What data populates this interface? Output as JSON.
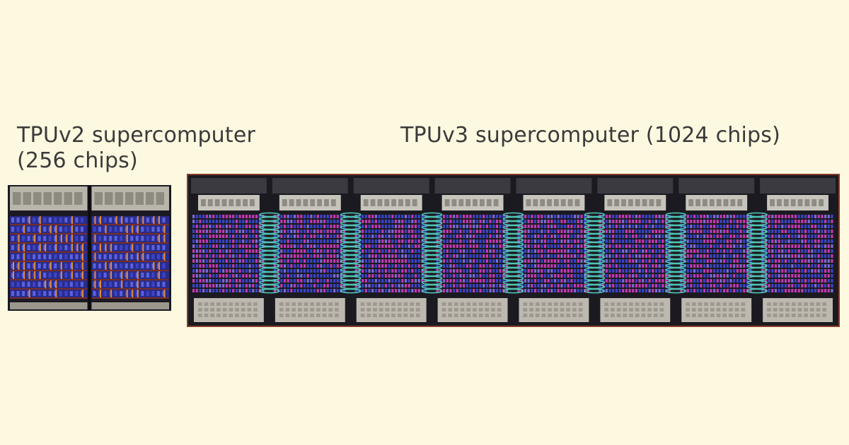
{
  "tpuv2": {
    "title_line1": "TPUv2 supercomputer",
    "title_line2": "(256 chips)",
    "rack_count": 2
  },
  "tpuv3": {
    "title": "TPUv3 supercomputer (1024 chips)",
    "rack_count": 8
  },
  "colors": {
    "background": "#fdf8e0",
    "text": "#3a3a3a",
    "cable_blue": "#3b44c8",
    "cable_magenta": "#c03ab0",
    "cable_teal": "#4fc4b4",
    "cable_orange": "#e08a3a",
    "v3_frame": "#8a3a2a"
  }
}
